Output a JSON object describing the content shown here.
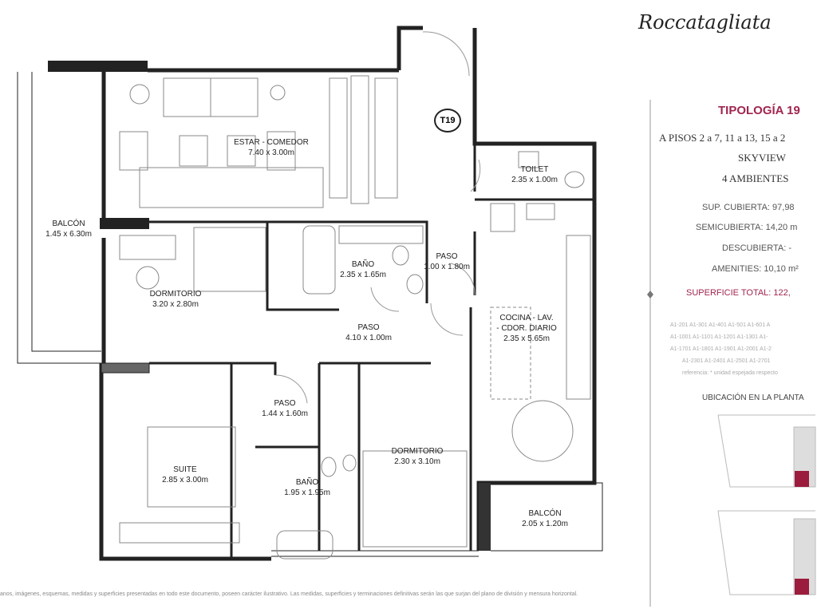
{
  "brand": {
    "logo": "Roccatagliata"
  },
  "unit_tag": "T19",
  "rooms": [
    {
      "name": "ESTAR - COMEDOR",
      "size": "7.40 x 3.00m"
    },
    {
      "name": "TOILET",
      "size": "2.35 x 1.00m"
    },
    {
      "name": "BALCÓN",
      "size": "1.45 x 6.30m"
    },
    {
      "name": "BAÑO",
      "size": "2.35 x 1.65m"
    },
    {
      "name": "PASO",
      "size": "1.00 x 1.80m"
    },
    {
      "name": "DORMITORIO",
      "size": "3.20 x 2.80m"
    },
    {
      "name": "PASO",
      "size": "4.10 x 1.00m"
    },
    {
      "name": "COCINA - LAV.",
      "name2": "- CDOR. DIARIO",
      "size": "2.35 x 5.65m"
    },
    {
      "name": "PASO",
      "size": "1.44 x 1.60m"
    },
    {
      "name": "SUITE",
      "size": "2.85 x 3.00m"
    },
    {
      "name": "DORMITORIO",
      "size": "2.30 x 3.10m"
    },
    {
      "name": "BAÑO",
      "size": "1.95 x 1.95m"
    },
    {
      "name": "BALCÓN",
      "size": "2.05 x 1.20m"
    }
  ],
  "panel": {
    "title": "TIPOLOGÍA 19",
    "floors": "A PISOS 2 a 7, 11 a 13, 15 a 2",
    "view": "SKYVIEW",
    "ambientes": "4 AMBIENTES",
    "cubierta": "SUP. CUBIERTA: 97,98",
    "semicubierta": "SEMICUBIERTA: 14,20 m",
    "descubierta": "DESCUBIERTA: -",
    "amenities": "AMENITIES: 10,10 m²",
    "total": "SUPERFICIE TOTAL: 122,",
    "units": [
      "A1-201  A1-301  A1-401  A1-501  A1-601  A",
      "A1-1001  A1-1101  A1-1201  A1-1301  A1-",
      "A1-1701  A1-1801  A1-1901  A1-2001  A1-2",
      "A1-2301  A1-2401  A1-2501  A1-2701"
    ],
    "reference": "referencia: * unidad espejada respecto",
    "location": "UBICACIÓN EN LA PLANTA"
  },
  "footer": "anos, imágenes, esquemas, medidas y superficies presentadas en todo este documento, poseen carácter ilustrativo.  Las medidas, superficies y terminaciones definitivas serán las que surjan del plano de división y mensura horizontal."
}
